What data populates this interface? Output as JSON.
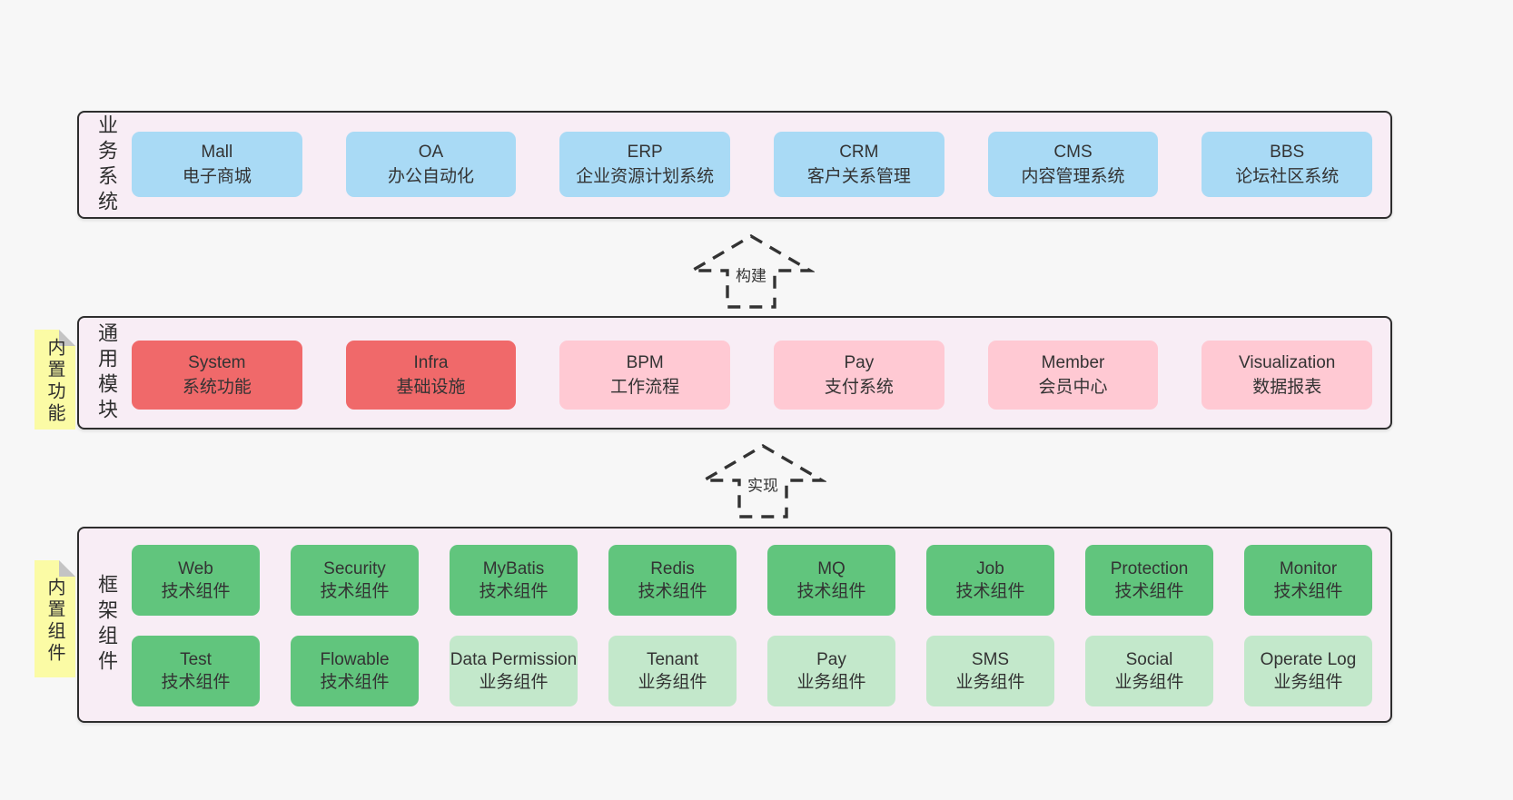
{
  "diagram": {
    "layers": [
      {
        "label": "业务系统",
        "rows": [
          [
            {
              "name": "Mall",
              "desc": "电子商城"
            },
            {
              "name": "OA",
              "desc": "办公自动化"
            },
            {
              "name": "ERP",
              "desc": "企业资源计划系统"
            },
            {
              "name": "CRM",
              "desc": "客户关系管理"
            },
            {
              "name": "CMS",
              "desc": "内容管理系统"
            },
            {
              "name": "BBS",
              "desc": "论坛社区系统"
            }
          ]
        ]
      },
      {
        "label": "通用模块",
        "sticky": "内置功能",
        "rows": [
          [
            {
              "name": "System",
              "desc": "系统功能"
            },
            {
              "name": "Infra",
              "desc": "基础设施"
            },
            {
              "name": "BPM",
              "desc": "工作流程"
            },
            {
              "name": "Pay",
              "desc": "支付系统"
            },
            {
              "name": "Member",
              "desc": "会员中心"
            },
            {
              "name": "Visualization",
              "desc": "数据报表"
            }
          ]
        ]
      },
      {
        "label": "框架组件",
        "sticky": "内置组件",
        "rows": [
          [
            {
              "name": "Web",
              "desc": "技术组件"
            },
            {
              "name": "Security",
              "desc": "技术组件"
            },
            {
              "name": "MyBatis",
              "desc": "技术组件"
            },
            {
              "name": "Redis",
              "desc": "技术组件"
            },
            {
              "name": "MQ",
              "desc": "技术组件"
            },
            {
              "name": "Job",
              "desc": "技术组件"
            },
            {
              "name": "Protection",
              "desc": "技术组件"
            },
            {
              "name": "Monitor",
              "desc": "技术组件"
            }
          ],
          [
            {
              "name": "Test",
              "desc": "技术组件"
            },
            {
              "name": "Flowable",
              "desc": "技术组件"
            },
            {
              "name": "Data Permission",
              "desc": "业务组件"
            },
            {
              "name": "Tenant",
              "desc": "业务组件"
            },
            {
              "name": "Pay",
              "desc": "业务组件"
            },
            {
              "name": "SMS",
              "desc": "业务组件"
            },
            {
              "name": "Social",
              "desc": "业务组件"
            },
            {
              "name": "Operate Log",
              "desc": "业务组件"
            }
          ]
        ]
      }
    ],
    "arrows": [
      {
        "label": "构建"
      },
      {
        "label": "实现"
      }
    ],
    "colors": {
      "business_box": "#a9daf5",
      "core_module_box": "#f0696a",
      "module_box": "#ffc9d3",
      "tech_component_box": "#61c57d",
      "biz_component_box": "#c3e8cb",
      "layer_background": "#f8edf5",
      "sticky_note": "#fbfba5",
      "border": "#2e2e2e"
    }
  }
}
